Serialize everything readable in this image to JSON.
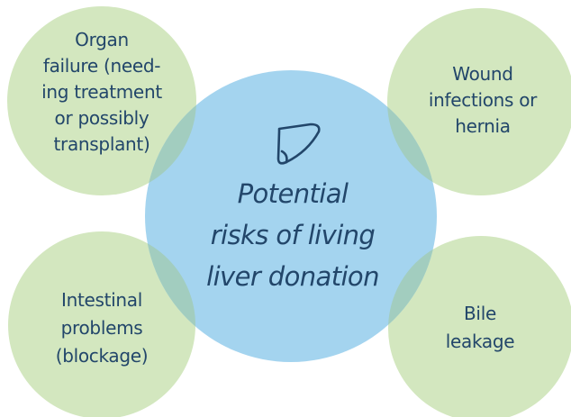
{
  "diagram": {
    "center": {
      "title_lines": [
        "Potential",
        "risks of living",
        "liver donation"
      ],
      "icon": "liver-icon",
      "fill": "#a4d4ef"
    },
    "satellite_fill": "#d3e7bf",
    "overlap_fill": "#a2cdbf",
    "text_color": "#22466a",
    "risks": [
      {
        "id": "organ-failure",
        "lines": [
          "Organ",
          "failure (need-",
          "ing treatment",
          "or possibly",
          "transplant)"
        ]
      },
      {
        "id": "wound-infections",
        "lines": [
          "Wound",
          "infections or",
          "hernia"
        ]
      },
      {
        "id": "intestinal-problems",
        "lines": [
          "Intestinal",
          "problems",
          "(blockage)"
        ]
      },
      {
        "id": "bile-leakage",
        "lines": [
          "Bile",
          "leakage"
        ]
      }
    ]
  }
}
